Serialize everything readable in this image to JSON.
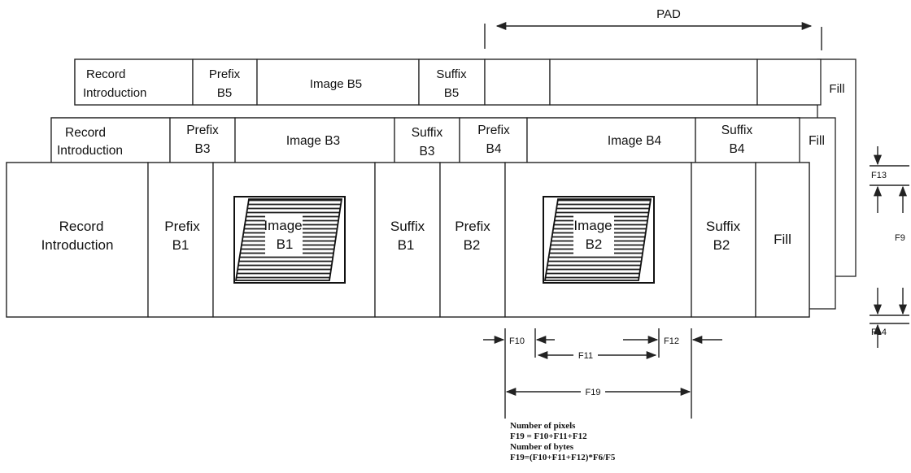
{
  "layer1": {
    "record_intro": [
      "Record",
      "Introduction"
    ],
    "prefix": [
      "Prefix",
      "B5"
    ],
    "image": "Image B5",
    "suffix": [
      "Suffix",
      "B5"
    ],
    "fill": "Fill"
  },
  "layer2": {
    "record_intro": [
      "Record",
      "Introduction"
    ],
    "prefix_b3": [
      "Prefix",
      "B3"
    ],
    "image_b3": "Image B3",
    "suffix_b3": [
      "Suffix",
      "B3"
    ],
    "prefix_b4": [
      "Prefix",
      "B4"
    ],
    "image_b4": "Image B4",
    "suffix_b4": [
      "Suffix",
      "B4"
    ],
    "fill": "Fill"
  },
  "layer3": {
    "record_intro": [
      "Record",
      "Introduction"
    ],
    "prefix_b1": [
      "Prefix",
      "B1"
    ],
    "image_b1": [
      "Image",
      "B1"
    ],
    "suffix_b1": [
      "Suffix",
      "B1"
    ],
    "prefix_b2": [
      "Prefix",
      "B2"
    ],
    "image_b2": [
      "Image",
      "B2"
    ],
    "suffix_b2": [
      "Suffix",
      "B2"
    ],
    "fill": "Fill"
  },
  "dimensions": {
    "pad": "PAD",
    "f9": "F9",
    "f10": "F10",
    "f11": "F11",
    "f12": "F12",
    "f13": "F13",
    "f14": "F14",
    "f19": "F19"
  },
  "notes": [
    "Number of pixels",
    "F19 = F10+F11+F12",
    "Number of bytes",
    "F19=(F10+F11+F12)*F6/F5"
  ]
}
